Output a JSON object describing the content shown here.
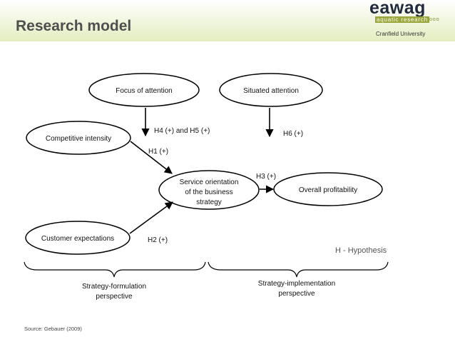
{
  "header": {
    "title": "Research model",
    "logo_word": "eawag",
    "logo_sub": "aquatic research",
    "logo_dots": "ooo",
    "institution": "Cranfield University"
  },
  "nodes": {
    "focus": "Focus of attention",
    "situated": "Situated attention",
    "competitive": "Competitive intensity",
    "service_line1": "Service orientation",
    "service_line2": "of the business",
    "service_line3": "strategy",
    "profitability": "Overall  profitability",
    "customer": "Customer expectations"
  },
  "hypotheses": {
    "h4h5": "H4 (+) and H5 (+)",
    "h6": "H6 (+)",
    "h1": "H1 (+)",
    "h3": "H3 (+)",
    "h2": "H2 (+)"
  },
  "legend": "H - Hypothesis",
  "perspectives": {
    "formulation_line1": "Strategy-formulation",
    "formulation_line2": "perspective",
    "implementation_line1": "Strategy-implementation",
    "implementation_line2": "perspective"
  },
  "source": "Source: Gebauer (2009)"
}
